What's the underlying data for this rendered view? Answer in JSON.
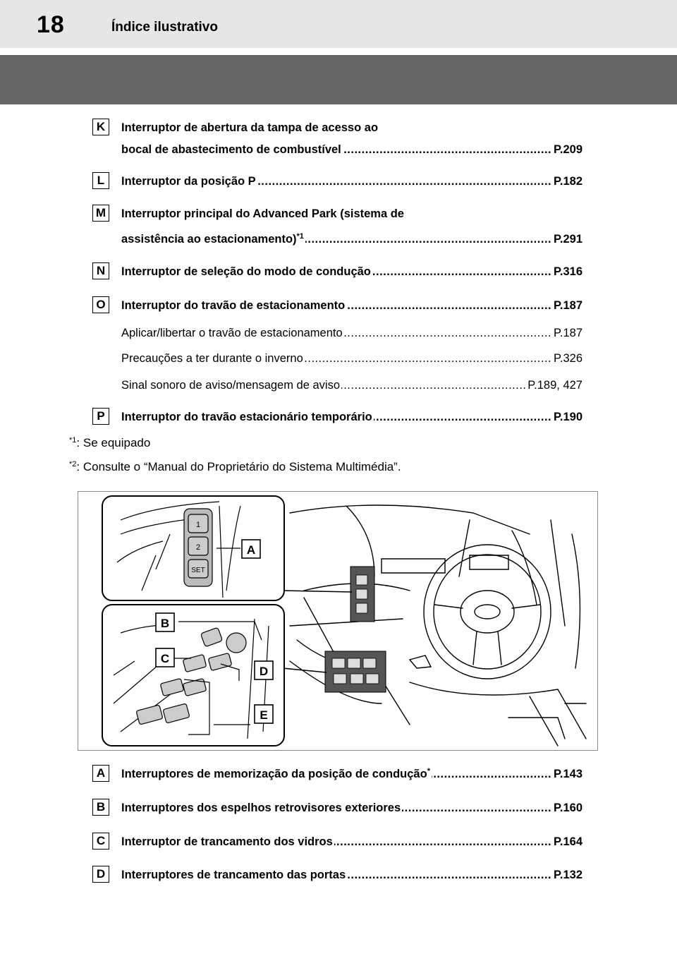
{
  "header": {
    "page_number": "18",
    "section_title": "Índice ilustrativo"
  },
  "upper_entries": [
    {
      "badge": "K",
      "line1": "Interruptor de abertura da tampa de acesso ao",
      "line2": "bocal de abastecimento de combustível",
      "ref": "P.209"
    },
    {
      "badge": "L",
      "line1": "Interruptor da posição P",
      "ref": "P.182"
    },
    {
      "badge": "M",
      "line1": "Interruptor principal do Advanced Park (sistema de",
      "line2": "assistência ao estacionamento)",
      "line2_sup": "*1",
      "ref": "P.291"
    },
    {
      "badge": "N",
      "line1": "Interruptor de seleção do modo de condução",
      "ref": "P.316"
    },
    {
      "badge": "O",
      "line1": "Interruptor do travão de estacionamento",
      "ref": "P.187",
      "subitems": [
        {
          "text": "Aplicar/libertar o travão de estacionamento",
          "ref": "P.187"
        },
        {
          "text": "Precauções a ter durante o inverno",
          "ref": "P.326"
        },
        {
          "text": "Sinal sonoro de aviso/mensagem de aviso",
          "ref": "P.189, 427"
        }
      ]
    },
    {
      "badge": "P",
      "line1": "Interruptor do travão estacionário temporário",
      "ref": "P.190"
    }
  ],
  "footnotes": [
    {
      "mark": "*1",
      "text": ": Se equipado"
    },
    {
      "mark": "*2",
      "text": ": Consulte o “Manual do Proprietário do Sistema Multimédia”."
    }
  ],
  "illustration": {
    "callouts": [
      "A",
      "B",
      "C",
      "D",
      "E"
    ],
    "button_labels": [
      "1",
      "2",
      "SET"
    ]
  },
  "lower_entries": [
    {
      "badge": "A",
      "text": "Interruptores de memorização da posição de condução",
      "sup": "*",
      "ref": "P.143"
    },
    {
      "badge": "B",
      "text": "Interruptores dos espelhos retrovisores exteriores",
      "ref": "P.160"
    },
    {
      "badge": "C",
      "text": "Interruptor de trancamento dos vidros",
      "ref": "P.164"
    },
    {
      "badge": "D",
      "text": "Interruptores de trancamento das portas",
      "ref": "P.132"
    }
  ]
}
